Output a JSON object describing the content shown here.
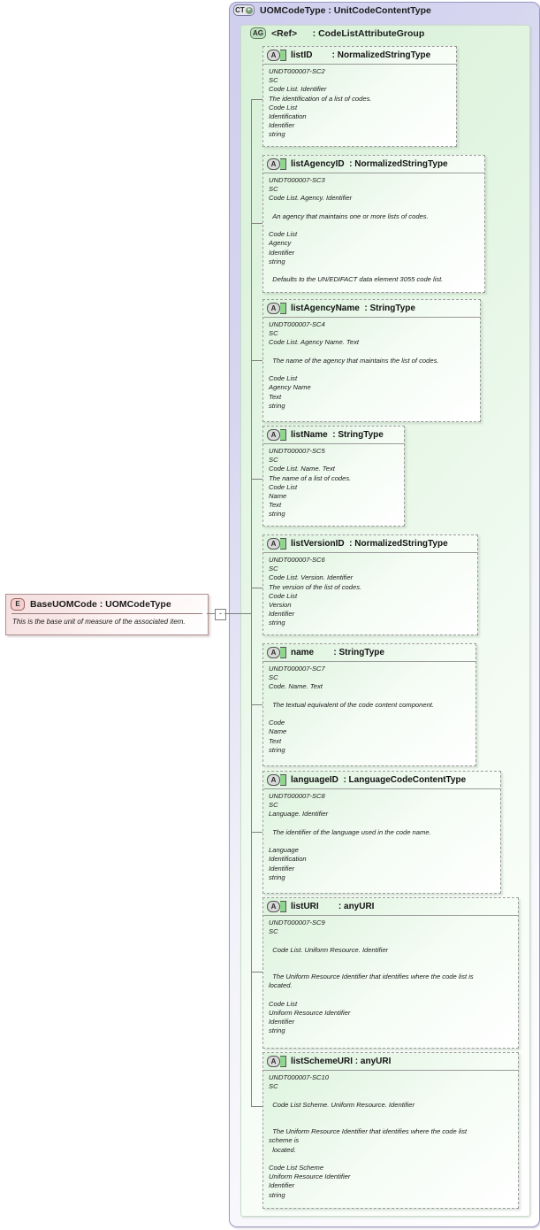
{
  "diagram": {
    "kind": "xsd-schema-diagram",
    "element": {
      "icon": "element-icon",
      "icon_label": "E",
      "title": "BaseUOMCode : UOMCodeType",
      "documentation": "This is the base unit of measure of the associated item."
    },
    "complex_type": {
      "icon": "complextype-expand-icon",
      "icon_label": "CT",
      "icon_plus": "+",
      "title": "UOMCodeType : UnitCodeContentType"
    },
    "attribute_group": {
      "icon": "attributegroup-icon",
      "icon_label": "AG",
      "title": "<Ref>      : CodeListAttributeGroup"
    },
    "attributes": [
      {
        "icon": "attribute-icon",
        "icon_label": "A",
        "title": "listID        : NormalizedStringType",
        "lines": [
          "UNDT000007-SC2",
          "SC",
          "Code List. Identifier",
          "The identification of a list of codes.",
          "Code List",
          "Identification",
          "Identifier",
          "string"
        ]
      },
      {
        "icon": "attribute-icon",
        "icon_label": "A",
        "title": "listAgencyID  : NormalizedStringType",
        "lines": [
          "UNDT000007-SC3",
          "SC",
          "Code List. Agency. Identifier",
          "",
          "  An agency that maintains one or more lists of codes.",
          "",
          "Code List",
          "Agency",
          "Identifier",
          "string",
          "",
          "  Defaults to the UN/EDIFACT data element 3055 code list."
        ]
      },
      {
        "icon": "attribute-icon",
        "icon_label": "A",
        "title": "listAgencyName  : StringType",
        "lines": [
          "UNDT000007-SC4",
          "SC",
          "Code List. Agency Name. Text",
          "",
          "  The name of the agency that maintains the list of codes.",
          "",
          "Code List",
          "Agency Name",
          "Text",
          "string"
        ]
      },
      {
        "icon": "attribute-icon",
        "icon_label": "A",
        "title": "listName  : StringType",
        "lines": [
          "UNDT000007-SC5",
          "SC",
          "Code List. Name. Text",
          "The name of a list of codes.",
          "Code List",
          "Name",
          "Text",
          "string"
        ]
      },
      {
        "icon": "attribute-icon",
        "icon_label": "A",
        "title": "listVersionID  : NormalizedStringType",
        "lines": [
          "UNDT000007-SC6",
          "SC",
          "Code List. Version. Identifier",
          "The version of the list of codes.",
          "Code List",
          "Version",
          "Identifier",
          "string"
        ]
      },
      {
        "icon": "attribute-icon",
        "icon_label": "A",
        "title": "name        : StringType",
        "lines": [
          "UNDT000007-SC7",
          "SC",
          "Code. Name. Text",
          "",
          "  The textual equivalent of the code content component.",
          "",
          "Code",
          "Name",
          "Text",
          "string"
        ]
      },
      {
        "icon": "attribute-icon",
        "icon_label": "A",
        "title": "languageID  : LanguageCodeContentType",
        "lines": [
          "UNDT000007-SC8",
          "SC",
          "Language. Identifier",
          "",
          "  The identifier of the language used in the code name.",
          "",
          "Language",
          "Identification",
          "Identifier",
          "string"
        ]
      },
      {
        "icon": "attribute-icon",
        "icon_label": "A",
        "title": "listURI        : anyURI",
        "lines": [
          "UNDT000007-SC9",
          "SC",
          "",
          "  Code List. Uniform Resource. Identifier",
          "",
          "",
          "  The Uniform Resource Identifier that identifies where the code list is",
          "located.",
          "",
          "Code List",
          "Uniform Resource Identifier",
          "Identifier",
          "string"
        ]
      },
      {
        "icon": "attribute-icon",
        "icon_label": "A",
        "title": "listSchemeURI : anyURI",
        "lines": [
          "UNDT000007-SC10",
          "SC",
          "",
          "  Code List Scheme. Uniform Resource. Identifier",
          "",
          "",
          "  The Uniform Resource Identifier that identifies where the code list",
          "scheme is",
          "  located.",
          "",
          "Code List Scheme",
          "Uniform Resource Identifier",
          "Identifier",
          "string"
        ]
      }
    ],
    "connector": {
      "collapse_label": "-"
    }
  }
}
